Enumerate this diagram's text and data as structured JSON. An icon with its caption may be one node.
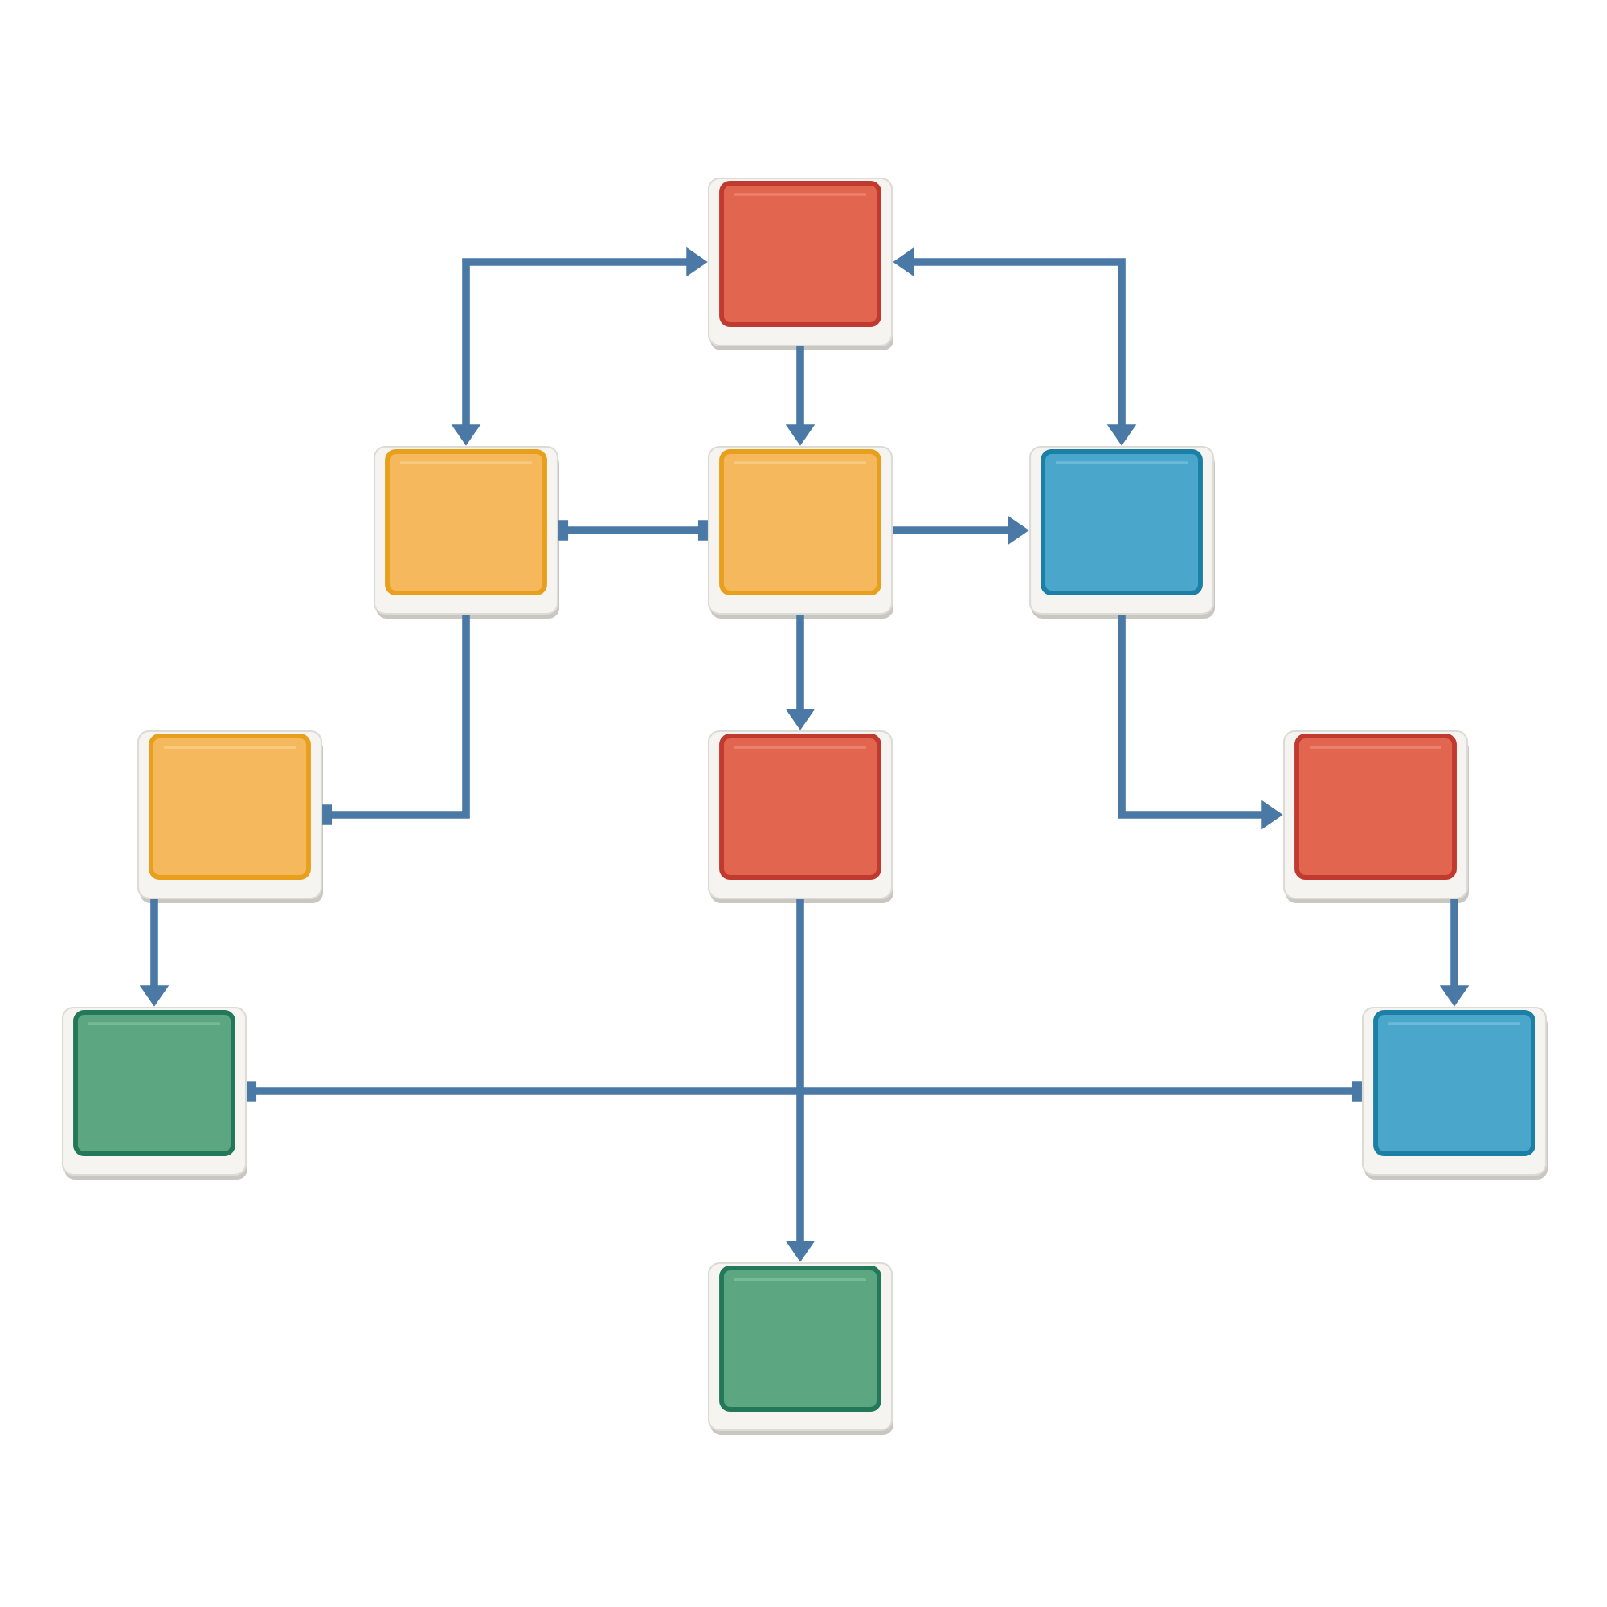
{
  "diagram": {
    "nodes": [
      {
        "text": [],
        "shape": "box"
      },
      {
        "text": [],
        "shape": "box"
      },
      {
        "text": [],
        "shape": "box"
      },
      {
        "text": [],
        "shape": "box"
      },
      {
        "text": [],
        "shape": "box"
      },
      {
        "text": [],
        "shape": "box"
      },
      {
        "text": [],
        "shape": "box"
      },
      {
        "text": [],
        "shape": "box"
      },
      {
        "text": [],
        "shape": "box"
      },
      {
        "text": [],
        "shape": "box"
      }
    ],
    "edges": [
      {
        "from": 0,
        "to": 1,
        "arrow": "both"
      },
      {
        "from": 0,
        "to": 2,
        "arrow": "to"
      },
      {
        "from": 0,
        "to": 3,
        "arrow": "both"
      },
      {
        "from": 1,
        "to": 2,
        "arrow": "other"
      },
      {
        "from": 2,
        "to": 3,
        "arrow": "to"
      },
      {
        "from": 1,
        "to": 4,
        "arrow": "other"
      },
      {
        "from": 2,
        "to": 5,
        "arrow": "to"
      },
      {
        "from": 3,
        "to": 6,
        "arrow": "to"
      },
      {
        "from": 4,
        "to": 7,
        "arrow": "to"
      },
      {
        "from": 6,
        "to": 8,
        "arrow": "to"
      },
      {
        "from": 7,
        "to": 8,
        "arrow": "other"
      },
      {
        "from": 5,
        "to": 9,
        "arrow": "to"
      }
    ]
  }
}
